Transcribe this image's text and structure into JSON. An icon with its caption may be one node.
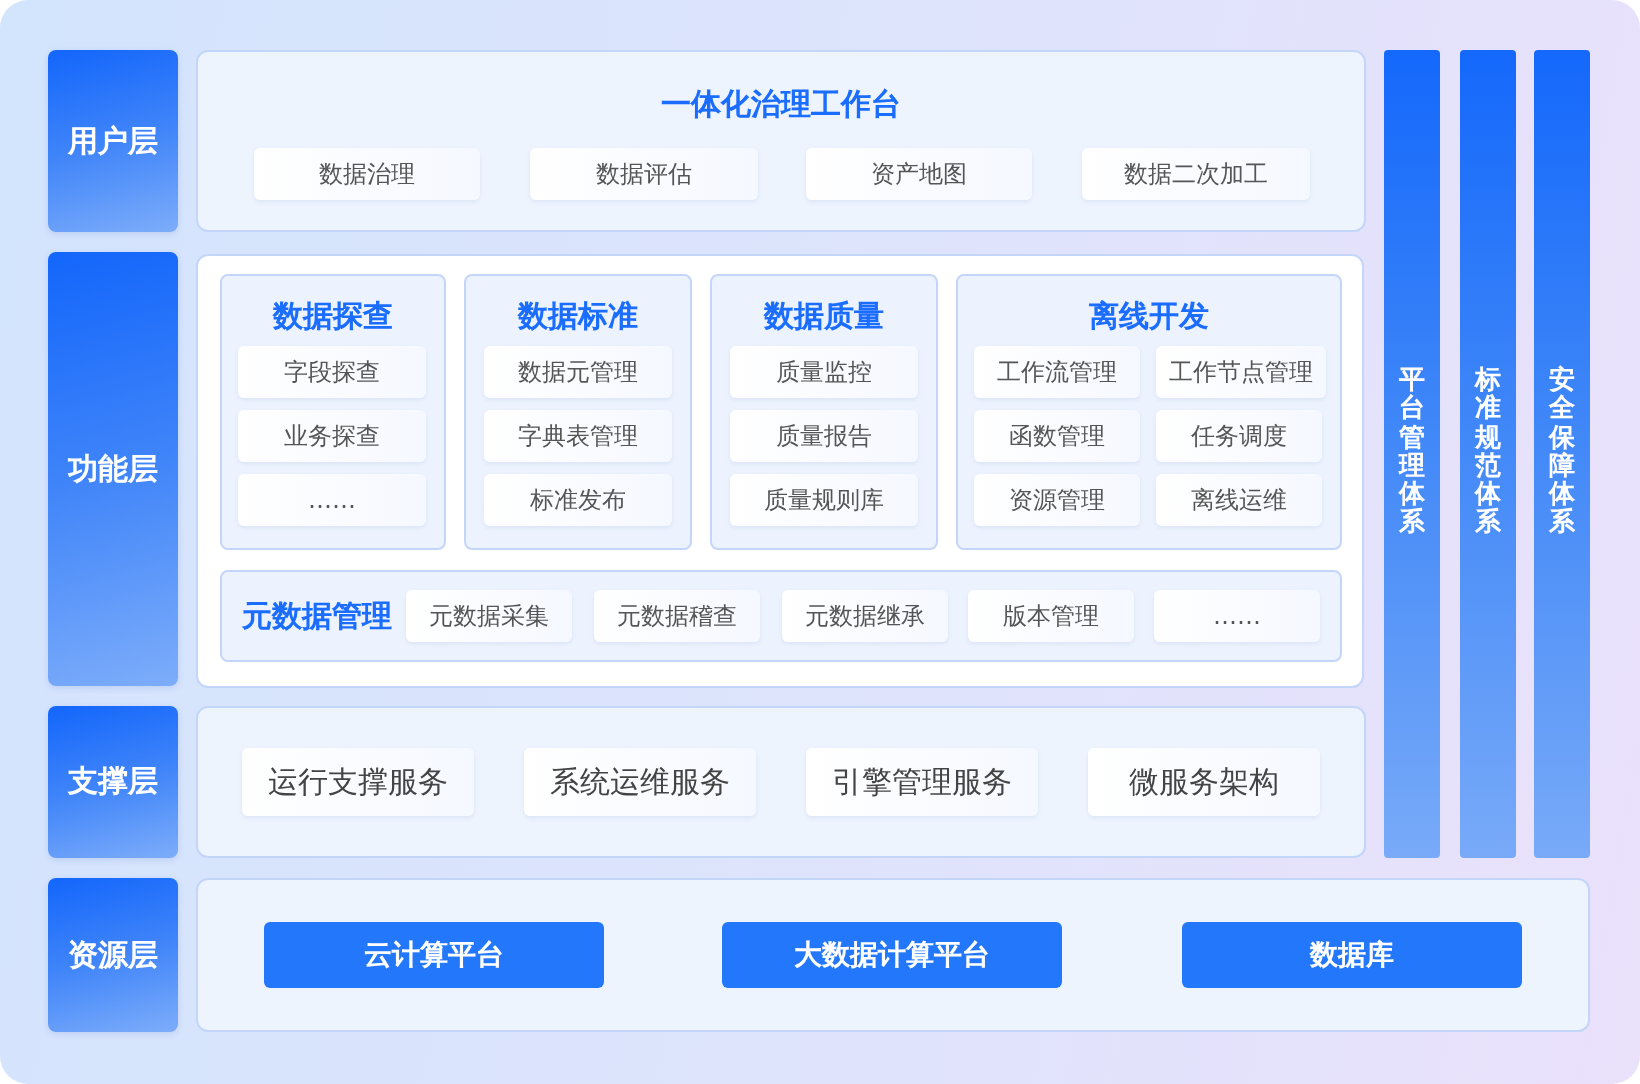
{
  "diagram": {
    "nodes": [
      {
        "text": [
          "用户层"
        ]
      },
      {
        "text": [
          "一体化治理工作台"
        ]
      },
      {
        "text": [
          "数据治理"
        ],
        "in": 1
      },
      {
        "text": [
          "数据评估"
        ],
        "in": 1
      },
      {
        "text": [
          "资产地图"
        ],
        "in": 1
      },
      {
        "text": [
          "数据二次加工"
        ],
        "in": 1
      },
      {
        "text": [
          "功能层"
        ]
      },
      {
        "text": [],
        "shape": "box"
      },
      {
        "text": [
          "数据探查"
        ],
        "in": 7
      },
      {
        "text": [
          "字段探查"
        ],
        "in": 8
      },
      {
        "text": [
          "业务探查"
        ],
        "in": 8
      },
      {
        "text": [
          "……"
        ],
        "in": 8
      },
      {
        "text": [
          "数据标准"
        ],
        "in": 7
      },
      {
        "text": [
          "数据元管理"
        ],
        "in": 12
      },
      {
        "text": [
          "字典表管理"
        ],
        "in": 12
      },
      {
        "text": [
          "标准发布"
        ],
        "in": 12
      },
      {
        "text": [
          "数据质量"
        ],
        "in": 7
      },
      {
        "text": [
          "质量监控"
        ],
        "in": 16
      },
      {
        "text": [
          "质量报告"
        ],
        "in": 16
      },
      {
        "text": [
          "质量规则库"
        ],
        "in": 16
      },
      {
        "text": [
          "离线开发"
        ],
        "in": 7
      },
      {
        "text": [
          "工作流管理"
        ],
        "in": 20
      },
      {
        "text": [
          "工作节点管理"
        ],
        "in": 20
      },
      {
        "text": [
          "函数管理"
        ],
        "in": 20
      },
      {
        "text": [
          "任务调度"
        ],
        "in": 20
      },
      {
        "text": [
          "资源管理"
        ],
        "in": 20
      },
      {
        "text": [
          "离线运维"
        ],
        "in": 20
      },
      {
        "text": [
          "元数据管理"
        ],
        "in": 7
      },
      {
        "text": [
          "元数据采集"
        ],
        "in": 27
      },
      {
        "text": [
          "元数据稽查"
        ],
        "in": 27
      },
      {
        "text": [
          "元数据继承"
        ],
        "in": 27
      },
      {
        "text": [
          "版本管理"
        ],
        "in": 27
      },
      {
        "text": [
          "……"
        ],
        "in": 27
      },
      {
        "text": [
          "支撑层"
        ]
      },
      {
        "text": [],
        "shape": "box"
      },
      {
        "text": [
          "运行支撑服务"
        ],
        "in": 34
      },
      {
        "text": [
          "系统运维服务"
        ],
        "in": 34
      },
      {
        "text": [
          "引擎管理服务"
        ],
        "in": 34
      },
      {
        "text": [
          "微服务架构"
        ],
        "in": 34
      },
      {
        "text": [
          "资源层"
        ]
      },
      {
        "text": [],
        "shape": "box"
      },
      {
        "text": [
          "云计算平台"
        ],
        "in": 40
      },
      {
        "text": [
          "大数据计算平台"
        ],
        "in": 40
      },
      {
        "text": [
          "数据库"
        ],
        "in": 40
      },
      {
        "text": [
          "平台管理体系"
        ]
      },
      {
        "text": [
          "标准规范体系"
        ]
      },
      {
        "text": [
          "安全保障体系"
        ]
      }
    ]
  }
}
